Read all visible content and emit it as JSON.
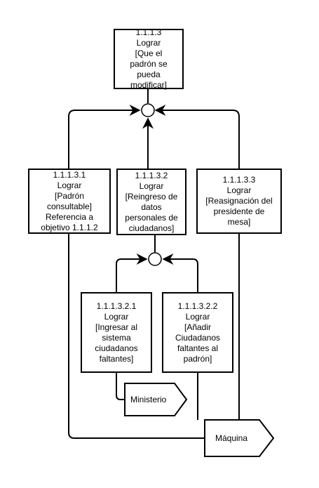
{
  "goals": {
    "g1113": [
      "1.1.1.3",
      "Lograr",
      "[Que el",
      "padrón se",
      "pueda",
      "modificar]"
    ],
    "g11131": [
      "1.1.1.3.1",
      "Lograr",
      "[Padrón",
      "consultable]",
      "Referencia a",
      "objetivo 1.1.1.2"
    ],
    "g11132": [
      "1.1.1.3.2",
      "Lograr",
      "[Reingreso de",
      "datos",
      "personales de",
      "ciudadanos]"
    ],
    "g11133": [
      "1.1.1.3.3",
      "Lograr",
      "[Reasignación del",
      "presidente de",
      "mesa]"
    ],
    "g111321": [
      "1.1.1.3.2.1",
      "Lograr",
      "[Ingresar al",
      "sistema",
      "ciudadanos",
      "faltantes]"
    ],
    "g111322": [
      "1.1.1.3.2.2",
      "Lograr",
      "[Añadir",
      "Ciudadanos",
      "faltantes al",
      "padrón]"
    ]
  },
  "agents": {
    "ministerio": "Ministerio",
    "maquina": "Máquina"
  }
}
